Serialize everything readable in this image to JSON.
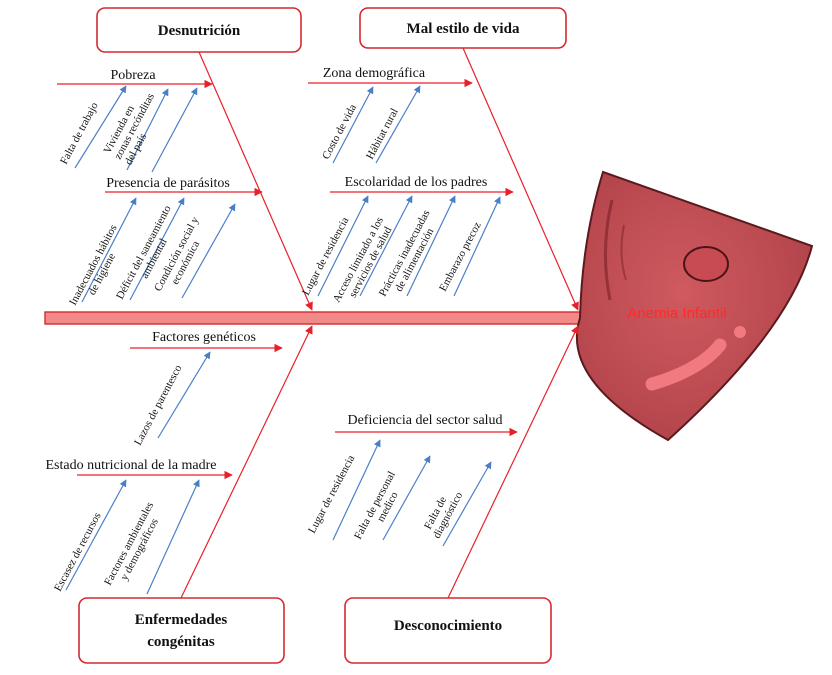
{
  "head": {
    "label": "Anemia Infantil"
  },
  "categories": {
    "desnutricion": "Desnutrición",
    "mal_estilo": "Mal estilo de vida",
    "enfermedades_line1": "Enfermedades",
    "enfermedades_line2": "congénitas",
    "desconocimiento": "Desconocimiento"
  },
  "causes": {
    "pobreza": "Pobreza",
    "parasitos": "Presencia de parásitos",
    "zona": "Zona demográfica",
    "escolaridad": "Escolaridad de los padres",
    "geneticos": "Factores genéticos",
    "estado_nutricional": "Estado nutricional de la madre",
    "deficiencia": "Deficiencia del sector salud"
  },
  "subcauses": {
    "falta_trabajo": [
      "Falta de trabajo"
    ],
    "vivienda": [
      "Vivienda en",
      "zonas recónditas",
      "del país"
    ],
    "habitos": [
      "Inadecuados hábitos",
      "de higiene"
    ],
    "saneamiento": [
      "Déficit del saneamiento",
      "ambiental"
    ],
    "condicion": [
      "Condición social y",
      "económica"
    ],
    "costo": [
      "Costo de vida"
    ],
    "habitat": [
      "Hábitat rural"
    ],
    "lugar1": [
      "Lugar de residencia"
    ],
    "acceso": [
      "Acceso limitado a los",
      "servicios de salud"
    ],
    "practicas": [
      "Prácticas inadecuadas",
      "de alimentación"
    ],
    "embarazo": [
      "Embarazo precoz"
    ],
    "lazos": [
      "Lazos de parentesco"
    ],
    "escasez": [
      "Escasez de recursos"
    ],
    "factores_amb": [
      "Factores ambientales",
      "y demográficos"
    ],
    "lugar2": [
      "Lugar de residencia"
    ],
    "personal": [
      "Falta de personal",
      "medico"
    ],
    "diagnostico": [
      "Falta de",
      "diagnóstico"
    ]
  },
  "colors": {
    "red": "#e8202a",
    "blue": "#4a7fc8",
    "spine_fill": "#f28a8a",
    "head_fill": "#c24f55"
  }
}
